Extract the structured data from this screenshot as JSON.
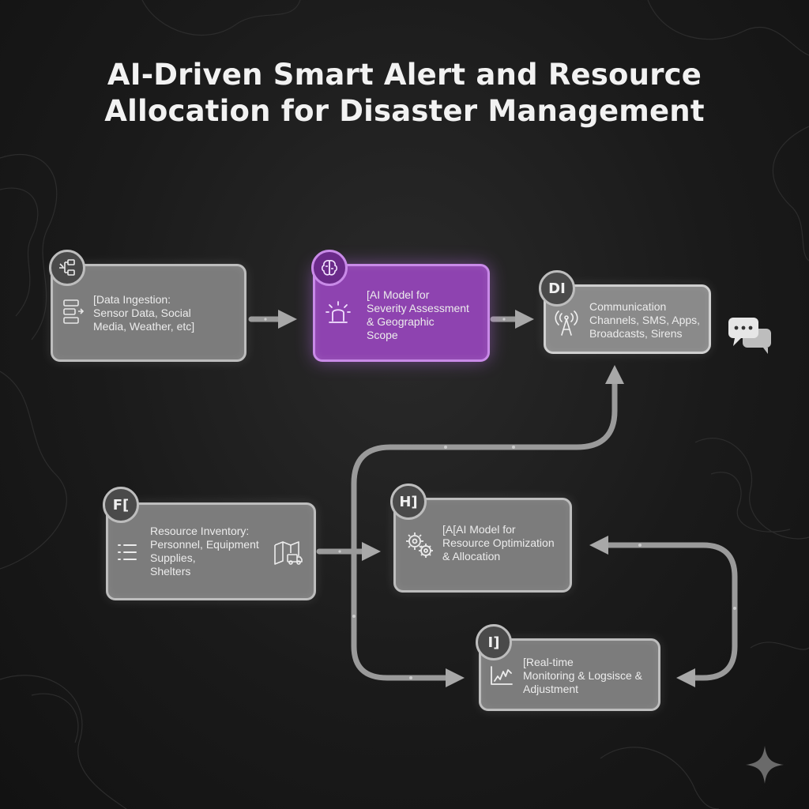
{
  "title": {
    "line1": "AI-Driven Smart Alert and Resource",
    "line2": "Allocation for Disaster Management"
  },
  "nodes": {
    "data_ingestion": {
      "line1": "[Data Ingestion:",
      "line2": "Sensor Data, Social",
      "line3": "Media, Weather, etc]",
      "icon": "sliders-icon",
      "badge_icon": "network-icon"
    },
    "severity_model": {
      "line1": "[AI Model for",
      "line2": "Severity Assessment",
      "line3": "& Geographic",
      "line4": "Scope",
      "icon": "siren-icon",
      "badge_icon": "brain-icon"
    },
    "communication": {
      "badge": "DI",
      "line1": "Communication",
      "line2": "Channels, SMS, Apps,",
      "line3": "Broadcasts, Sirens",
      "icon": "antenna-icon",
      "side_icon": "chat-bubbles-icon"
    },
    "resource_inventory": {
      "badge": "F[",
      "line1": "Resource Inventory:",
      "line2": "Personnel, Equipment",
      "line3": "Supplies,",
      "line4": "Shelters",
      "icon": "list-icon",
      "side_icon": "map-truck-icon"
    },
    "resource_optimization": {
      "badge": "H]",
      "line1": "[A[AI Model for",
      "line2": "Resource Optimization",
      "line3": "& Allocation",
      "icon": "gears-icon"
    },
    "monitoring": {
      "badge": "I]",
      "line1": "[Real-time",
      "line2": "Monitoring & Logsisce &",
      "line3": "Adjustment",
      "icon": "chart-icon"
    }
  },
  "colors": {
    "background": "#1a1a1a",
    "node": "#7c7c7c",
    "node_border": "#bdbdbd",
    "active_node": "#8e43b0",
    "active_border": "#c98ae8",
    "connector": "#9a9a9a"
  }
}
